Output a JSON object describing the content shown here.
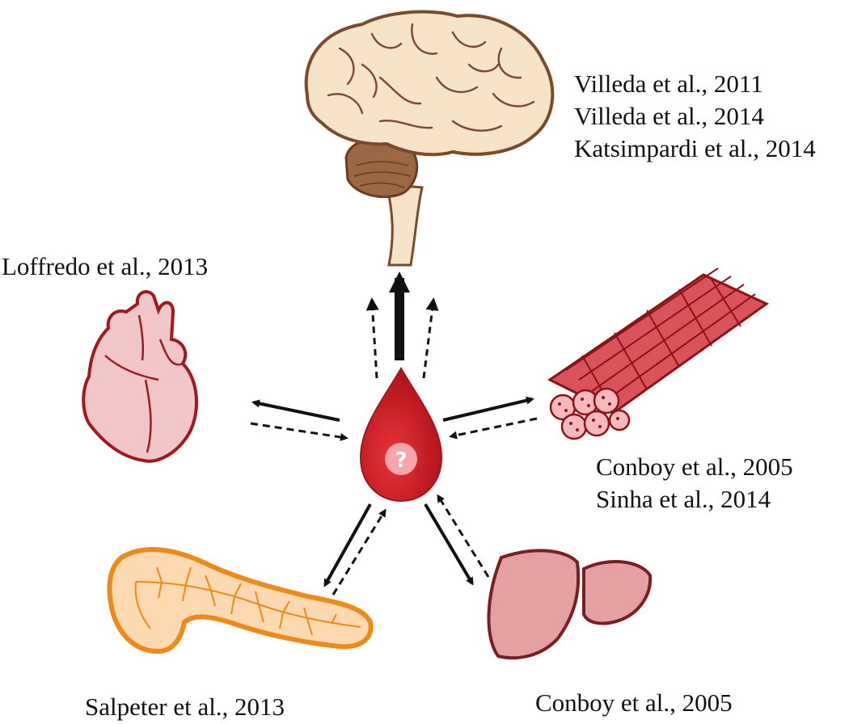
{
  "center": {
    "label": "?",
    "colors": {
      "drop": "#d2232a",
      "drop_dark": "#a8141b",
      "question_bg": "#f6a5a8"
    }
  },
  "organs": {
    "brain": {
      "icon": "brain-icon",
      "references": [
        "Villeda et al., 2011",
        "Villeda et al., 2014",
        "Katsimpardi et al., 2014"
      ]
    },
    "heart": {
      "icon": "heart-icon",
      "references": [
        "Loffredo et al., 2013"
      ]
    },
    "muscle": {
      "icon": "muscle-fiber-icon",
      "references": [
        "Conboy et al., 2005",
        "Sinha et al., 2014"
      ]
    },
    "pancreas": {
      "icon": "pancreas-icon",
      "references": [
        "Salpeter et al., 2013"
      ]
    },
    "liver": {
      "icon": "liver-icon",
      "references": [
        "Conboy et al., 2005"
      ]
    }
  },
  "arrow_styles": {
    "solid": "#111111",
    "dashed": "#111111"
  },
  "organ_colors": {
    "brain_fill": "#f7e3c8",
    "brain_stroke": "#7a4a2a",
    "cerebellum": "#9a6844",
    "heart_fill": "#f0c6c8",
    "heart_stroke": "#9e1a1f",
    "muscle_fill": "#d9535a",
    "muscle_stroke": "#8c1218",
    "pancreas_fill": "#fcd9b0",
    "pancreas_stroke": "#ef8a1a",
    "liver_fill": "#e4a0a2",
    "liver_stroke": "#7a1e22"
  }
}
